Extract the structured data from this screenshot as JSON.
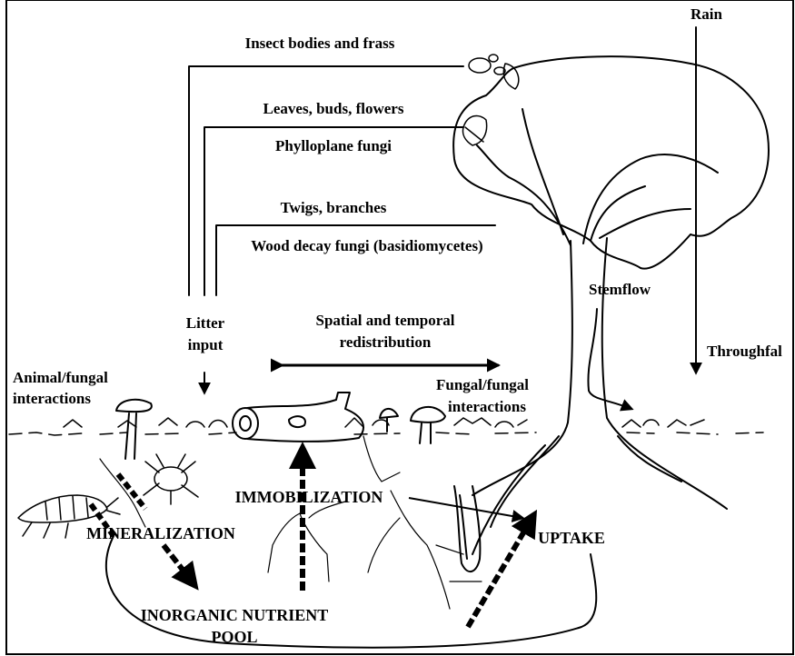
{
  "labels": {
    "insect": "Insect bodies and frass",
    "leaves": "Leaves, buds, flowers",
    "phylloplane": "Phylloplane fungi",
    "twigs": "Twigs, branches",
    "wood_decay": "Wood decay fungi (basidiomycetes)",
    "rain": "Rain",
    "stemflow": "Stemflow",
    "throughfall": "Throughfal",
    "litter_1": "Litter",
    "litter_2": "input",
    "spatial_1": "Spatial and temporal",
    "spatial_2": "redistribution",
    "animal_fungal_1": "Animal/fungal",
    "animal_fungal_2": "interactions",
    "fungal_fungal_1": "Fungal/fungal",
    "fungal_fungal_2": "interactions",
    "immobilization": "IMMOBILIZATION",
    "mineralization": "MINERALIZATION",
    "uptake": "UPTAKE",
    "pool_1": "INORGANIC NUTRIENT",
    "pool_2": "POOL"
  }
}
